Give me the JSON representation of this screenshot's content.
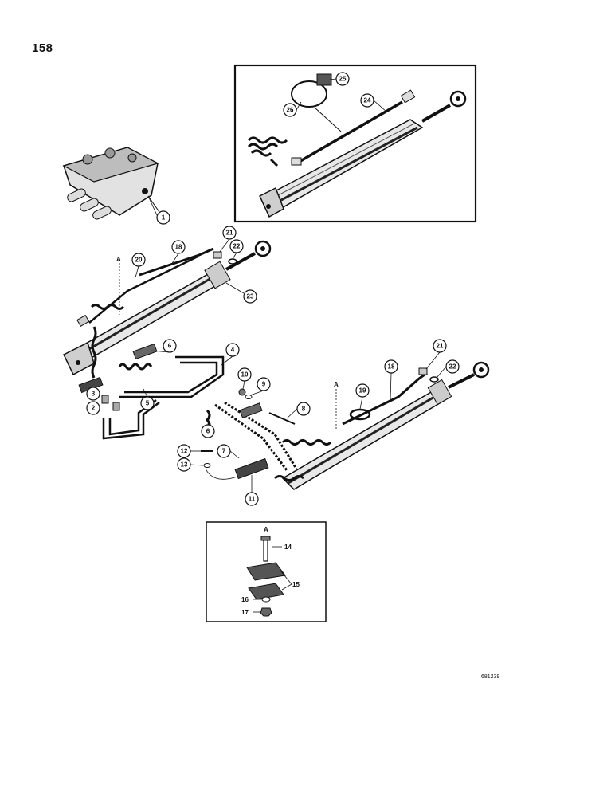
{
  "page": {
    "number": "158",
    "doc_code": "681239"
  },
  "callouts": [
    "1",
    "2",
    "3",
    "4",
    "5",
    "6",
    "7",
    "8",
    "9",
    "10",
    "11",
    "12",
    "13",
    "18",
    "19",
    "20",
    "21",
    "22",
    "23",
    "24",
    "25",
    "26"
  ],
  "detail_a": {
    "marker": "A",
    "labels": [
      "14",
      "15",
      "16",
      "17"
    ]
  },
  "section_markers": [
    "A",
    "A"
  ]
}
